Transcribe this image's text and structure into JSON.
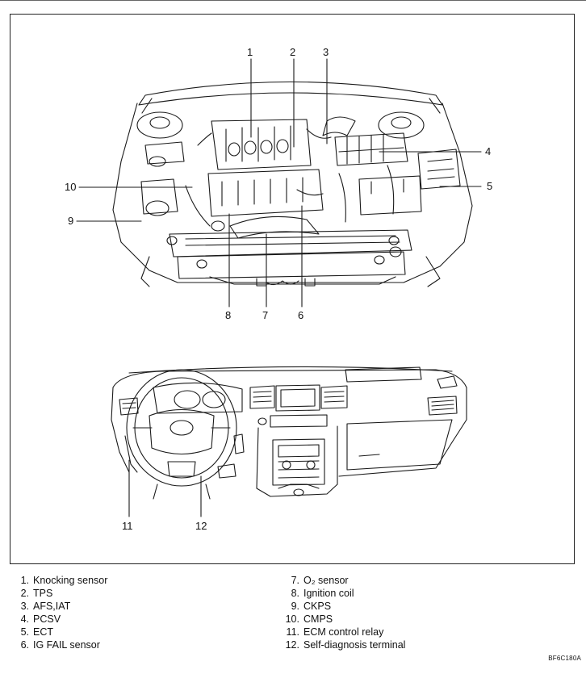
{
  "callouts": [
    {
      "num": "1"
    },
    {
      "num": "2"
    },
    {
      "num": "3"
    },
    {
      "num": "4"
    },
    {
      "num": "5"
    },
    {
      "num": "6"
    },
    {
      "num": "7"
    },
    {
      "num": "8"
    },
    {
      "num": "9"
    },
    {
      "num": "10"
    },
    {
      "num": "11"
    },
    {
      "num": "12"
    }
  ],
  "legend": {
    "left": [
      {
        "num": "1.",
        "label": "Knocking sensor"
      },
      {
        "num": "2.",
        "label": "TPS"
      },
      {
        "num": "3.",
        "label": "AFS,IAT"
      },
      {
        "num": "4.",
        "label": "PCSV"
      },
      {
        "num": "5.",
        "label": "ECT"
      },
      {
        "num": "6.",
        "label": "IG FAIL sensor"
      }
    ],
    "right": [
      {
        "num": "7.",
        "label": "O₂ sensor"
      },
      {
        "num": "8.",
        "label": "Ignition coil"
      },
      {
        "num": "9.",
        "label": "CKPS"
      },
      {
        "num": "10.",
        "label": "CMPS"
      },
      {
        "num": "11.",
        "label": "ECM control relay"
      },
      {
        "num": "12.",
        "label": "Self-diagnosis terminal"
      }
    ]
  },
  "figure_code": "BF6C180A"
}
